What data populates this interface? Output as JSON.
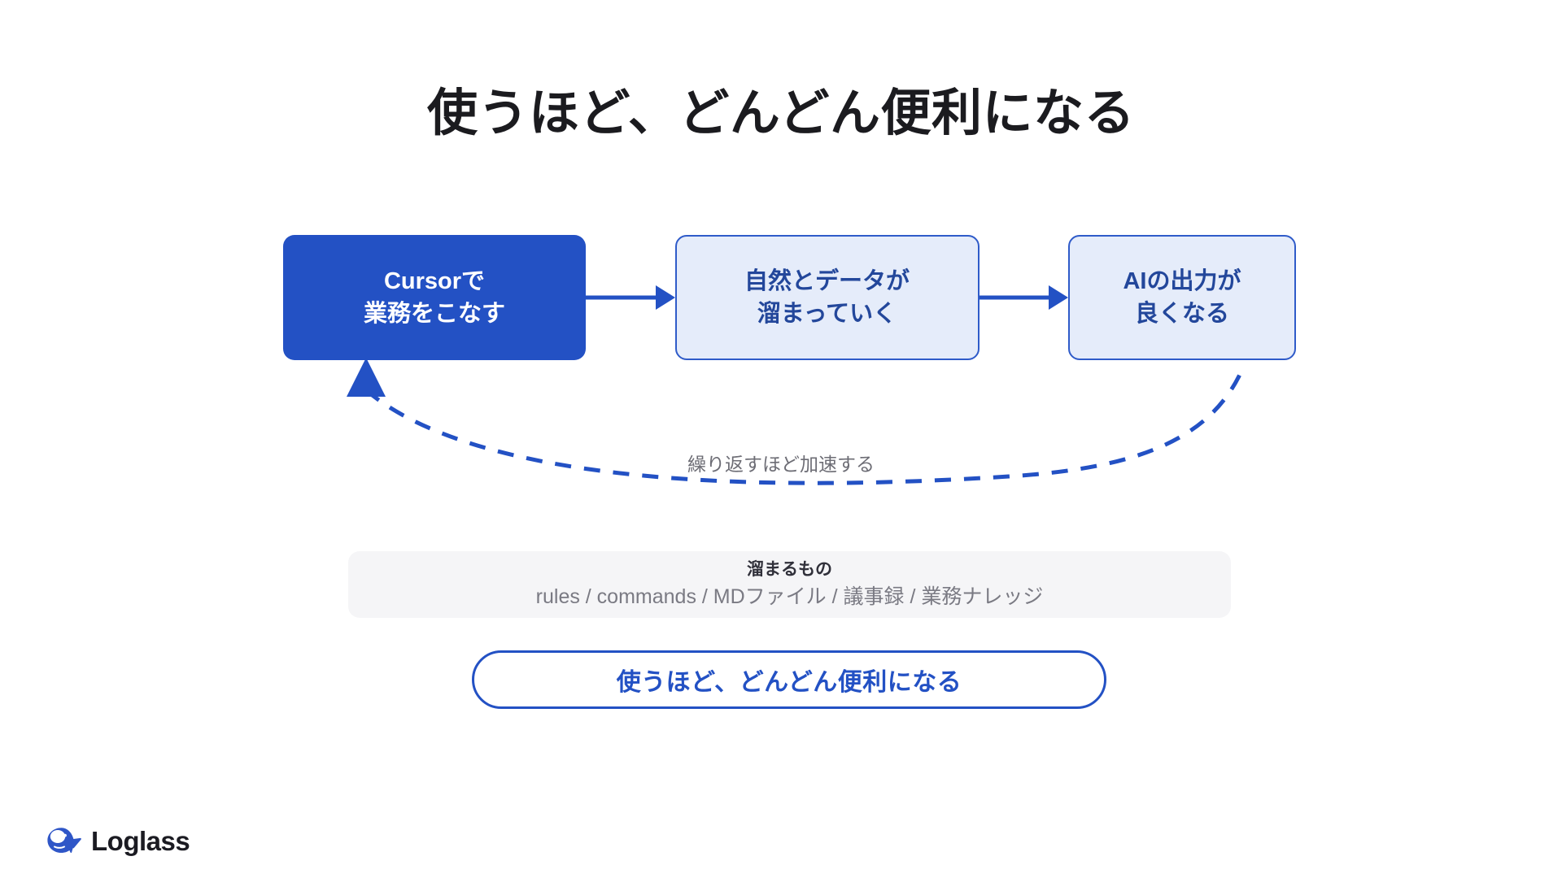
{
  "slide": {
    "title": "使うほど、どんどん便利になる",
    "background_color": "#ffffff"
  },
  "colors": {
    "primary_blue": "#2351c4",
    "box_border_blue": "#2f5bc9",
    "box_fill_light": "#e5ecfa",
    "box_text_blue": "#23479b",
    "panel_gray": "#f5f5f7",
    "muted_text": "#7a7a83",
    "loop_label_gray": "#6d6d75",
    "title_black": "#1b1b1f"
  },
  "flow": {
    "boxes": [
      {
        "id": "cursor-work",
        "line1": "Cursorで",
        "line2": "業務をこなす",
        "style": "filled"
      },
      {
        "id": "data-accumulates",
        "line1": "自然とデータが",
        "line2": "溜まっていく",
        "style": "outlined"
      },
      {
        "id": "ai-output-improves",
        "line1": "AIの出力が",
        "line2": "良くなる",
        "style": "outlined"
      }
    ],
    "arrows": [
      {
        "id": "arrow-1",
        "direction": "right"
      },
      {
        "id": "arrow-2",
        "direction": "right"
      }
    ],
    "feedback_label": "繰り返すほど加速する"
  },
  "accumulate_panel": {
    "heading": "溜まるもの",
    "items_text": "rules / commands / MDファイル / 議事録 / 業務ナレッジ",
    "items": [
      "rules",
      "commands",
      "MDファイル",
      "議事録",
      "業務ナレッジ"
    ],
    "separator": "/"
  },
  "conclusion": {
    "label": "使うほど、どんどん便利になる"
  },
  "logo": {
    "text": "Loglass",
    "mark": "whale-icon"
  }
}
